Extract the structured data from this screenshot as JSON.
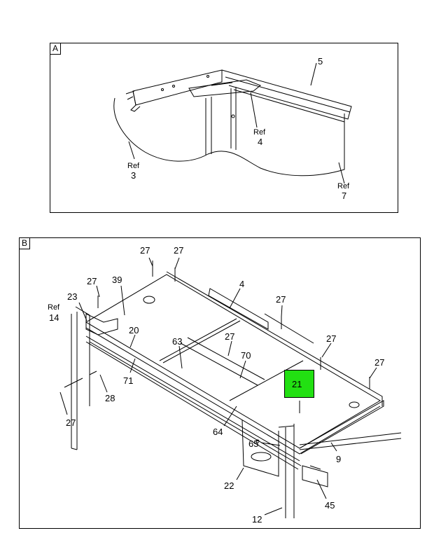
{
  "panel_a": {
    "tag": "A",
    "callouts": {
      "c5": "5",
      "ref4": "Ref",
      "n4": "4",
      "ref3": "Ref",
      "n3": "3",
      "ref7": "Ref",
      "n7": "7"
    }
  },
  "panel_b": {
    "tag": "B",
    "callouts": {
      "c27a": "27",
      "c27b": "27",
      "c27c": "27",
      "c27d": "27",
      "c27e": "27",
      "c27f": "27",
      "c27g": "27",
      "c27h": "27",
      "c39": "39",
      "c4": "4",
      "c23": "23",
      "ref14": "Ref",
      "n14": "14",
      "c20": "20",
      "c63": "63",
      "c70": "70",
      "c21": "21",
      "c71": "71",
      "c28": "28",
      "c64": "64",
      "c65": "65",
      "c9": "9",
      "c22": "22",
      "c45": "45",
      "c12": "12"
    },
    "highlight_color": "#22e012"
  }
}
